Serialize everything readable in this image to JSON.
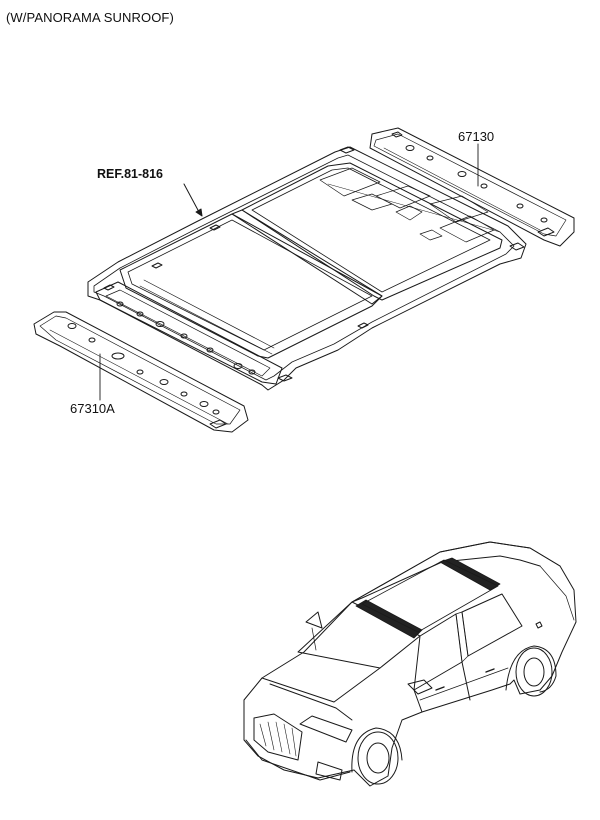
{
  "diagram": {
    "caption": "(W/PANORAMA SUNROOF)",
    "reference": "REF.81-816",
    "parts": [
      {
        "id": "rear_rail",
        "number": "67130"
      },
      {
        "id": "front_rail",
        "number": "67310A"
      }
    ]
  },
  "colors": {
    "line": "#1a1a1a",
    "background": "#ffffff",
    "glass": "#222222"
  },
  "icons": [
    "roof-panel-drawing",
    "rear-roof-rail-drawing",
    "front-roof-rail-drawing",
    "car-illustration"
  ]
}
